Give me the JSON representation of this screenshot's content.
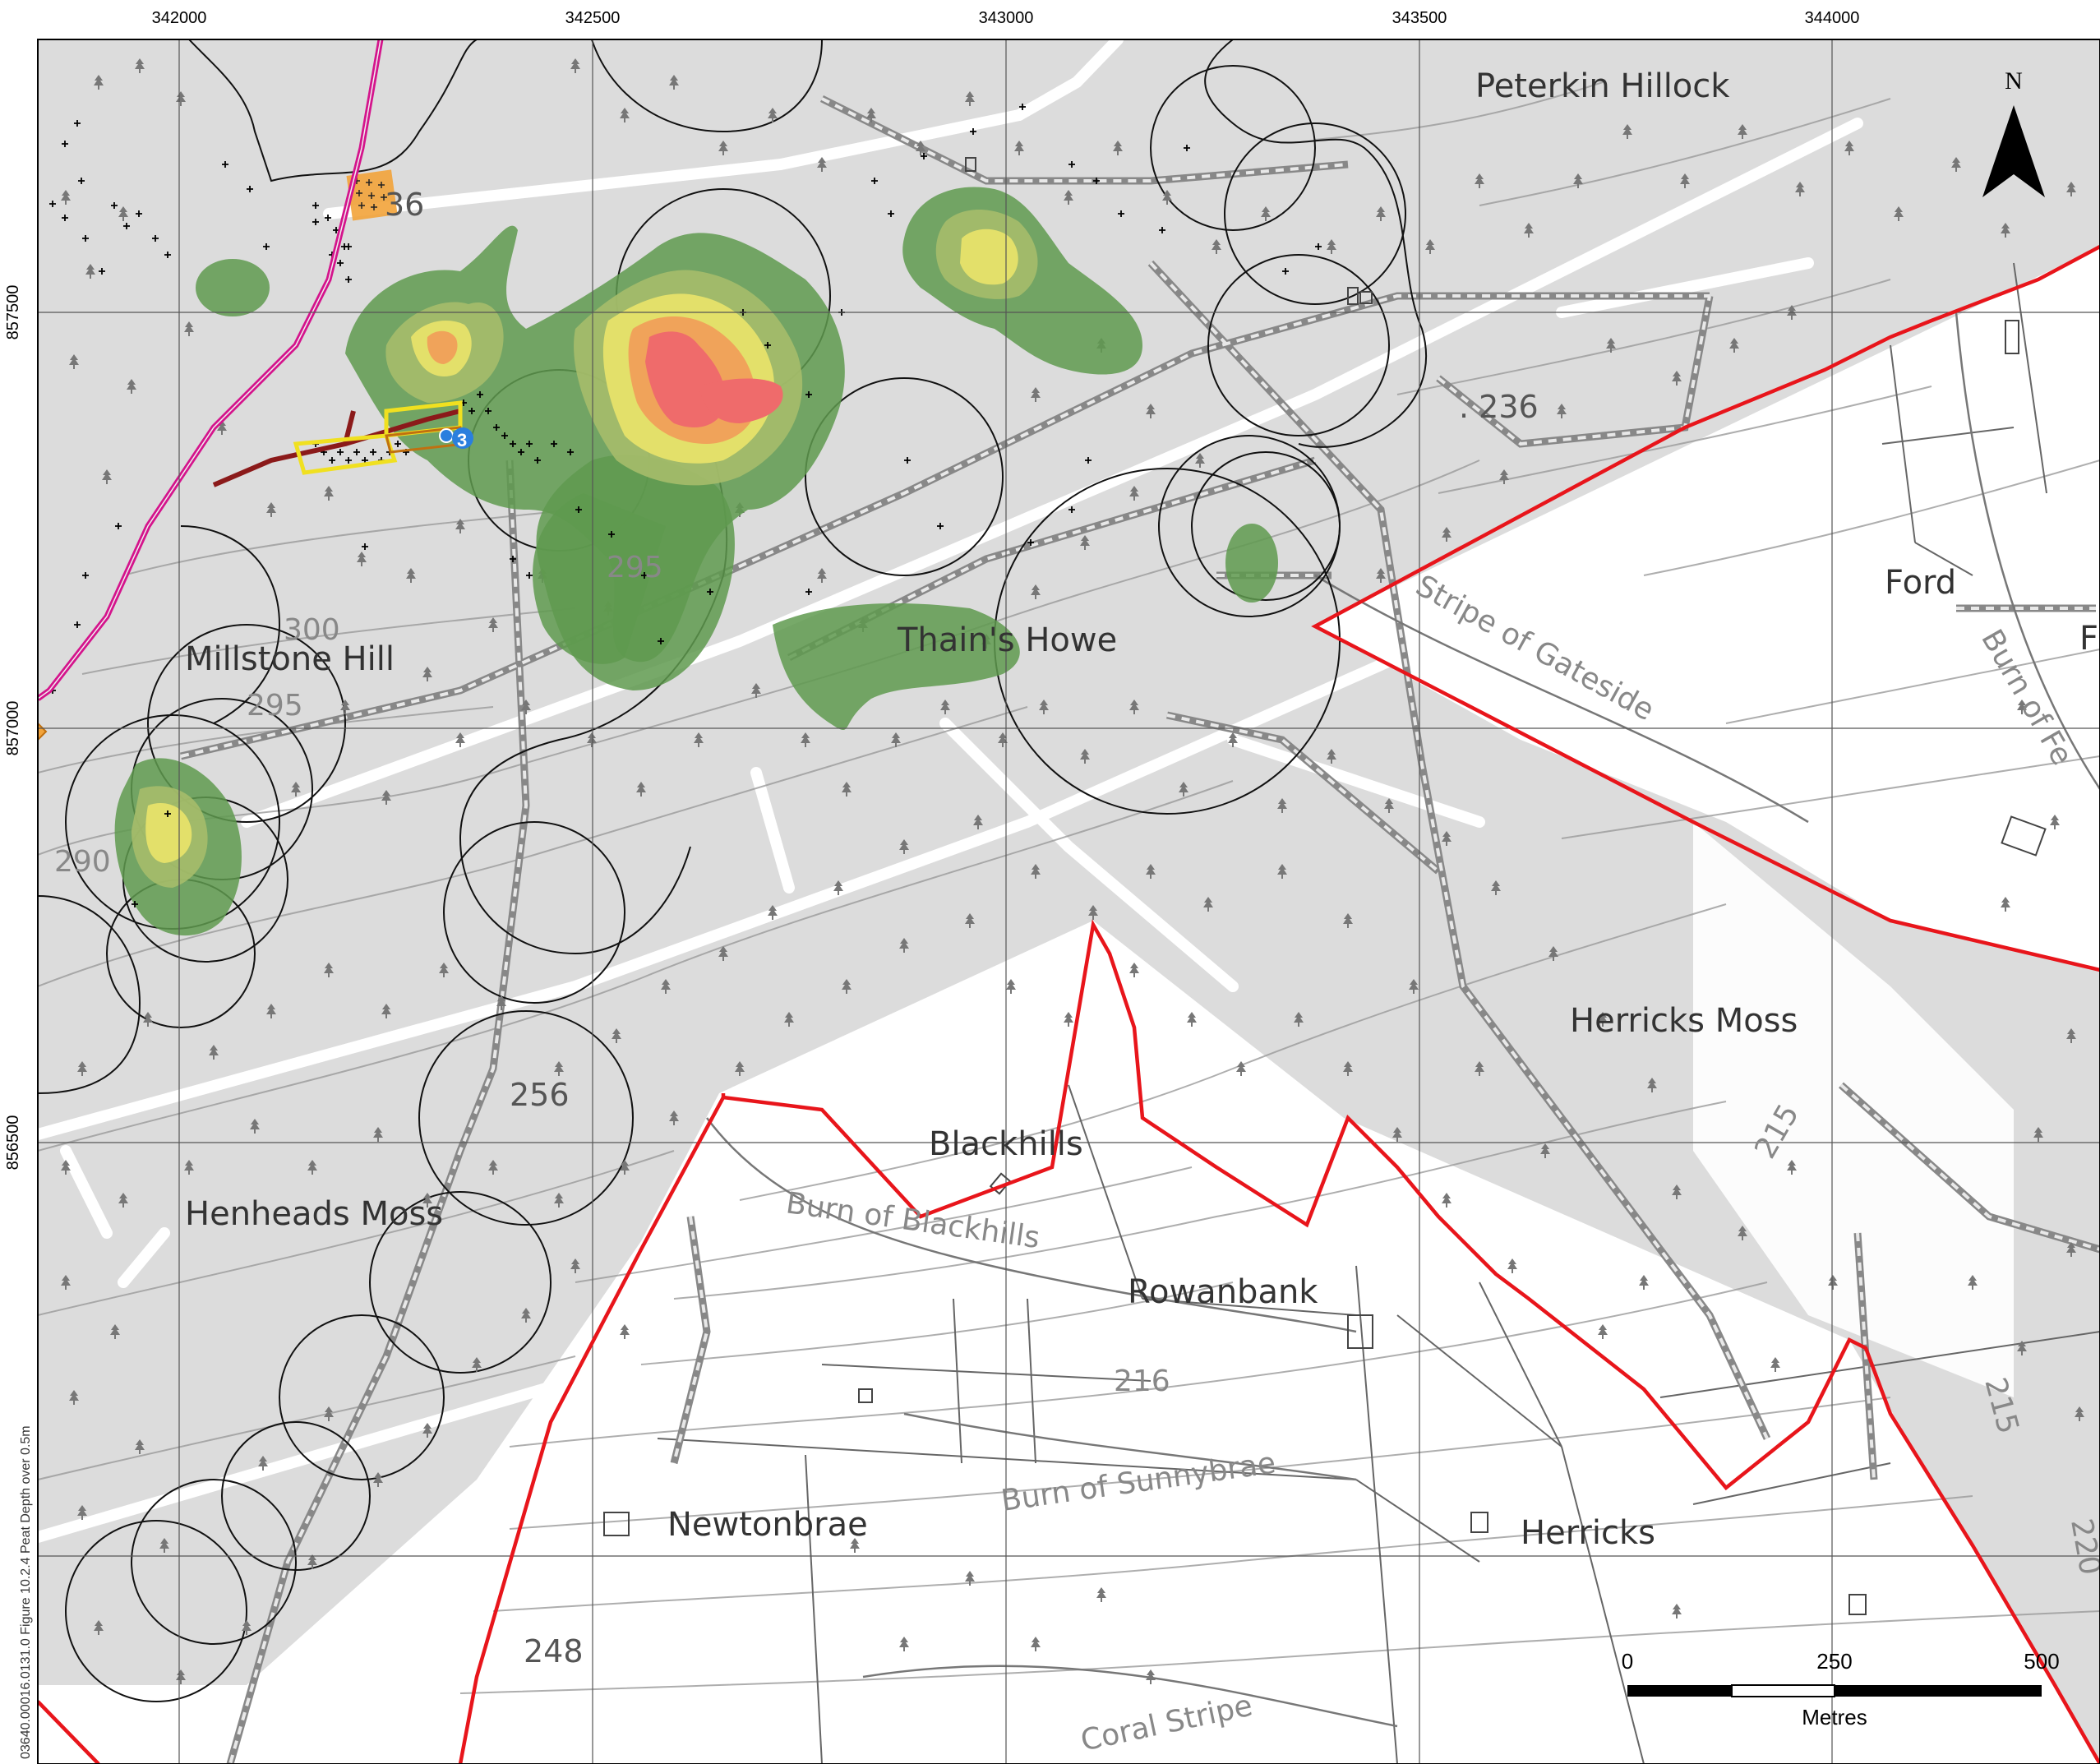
{
  "map": {
    "sidebar_text": "03640.00016.0131.0 Figure 10.2.4 Peat Depth over 0.5m",
    "easting_ticks": [
      "342000",
      "342500",
      "343000",
      "343500",
      "344000"
    ],
    "northing_ticks": [
      "857500",
      "857000",
      "856500"
    ],
    "north_arrow_label": "N",
    "scale_bar": {
      "labels": [
        "0",
        "250",
        "500"
      ],
      "unit": "Metres"
    },
    "place_names": {
      "peterkin": "Peterkin Hillock",
      "millstone": "Millstone Hill",
      "thains": "Thain's Howe",
      "henheads": "Henheads Moss",
      "herricks_moss": "Herricks Moss",
      "blackhills": "Blackhills",
      "rowanbank": "Rowanbank",
      "newtonbrae": "Newtonbrae",
      "herricks": "Herricks",
      "ford": "Ford",
      "ford_f": "F"
    },
    "streams": {
      "gateside": "Stripe of Gateside",
      "blackhills": "Burn of Blackhills",
      "sunnybrae": "Burn of Sunnybrae",
      "coral": "Coral Stripe",
      "burn_of_fe": "Burn of Fe"
    },
    "heights": {
      "h236": ". 236",
      "h36": "36",
      "h295a": "295",
      "h300": "300",
      "h295b": "295",
      "h290": "290",
      "h256": "256",
      "h216": "216",
      "h248": "248",
      "h215a": "215",
      "h215b": "215",
      "h220": "220"
    },
    "marker_label": "3",
    "colors": {
      "forest": "#dcdcdc",
      "site_boundary": "#e8151b",
      "access_road": "#d4148c",
      "peat_green": "#5f9a4f",
      "peat_yellow": "#e3e06a",
      "peat_orange": "#f0a35a",
      "peat_red": "#ef6b6b",
      "probe_marker": "#2a7fde"
    }
  }
}
